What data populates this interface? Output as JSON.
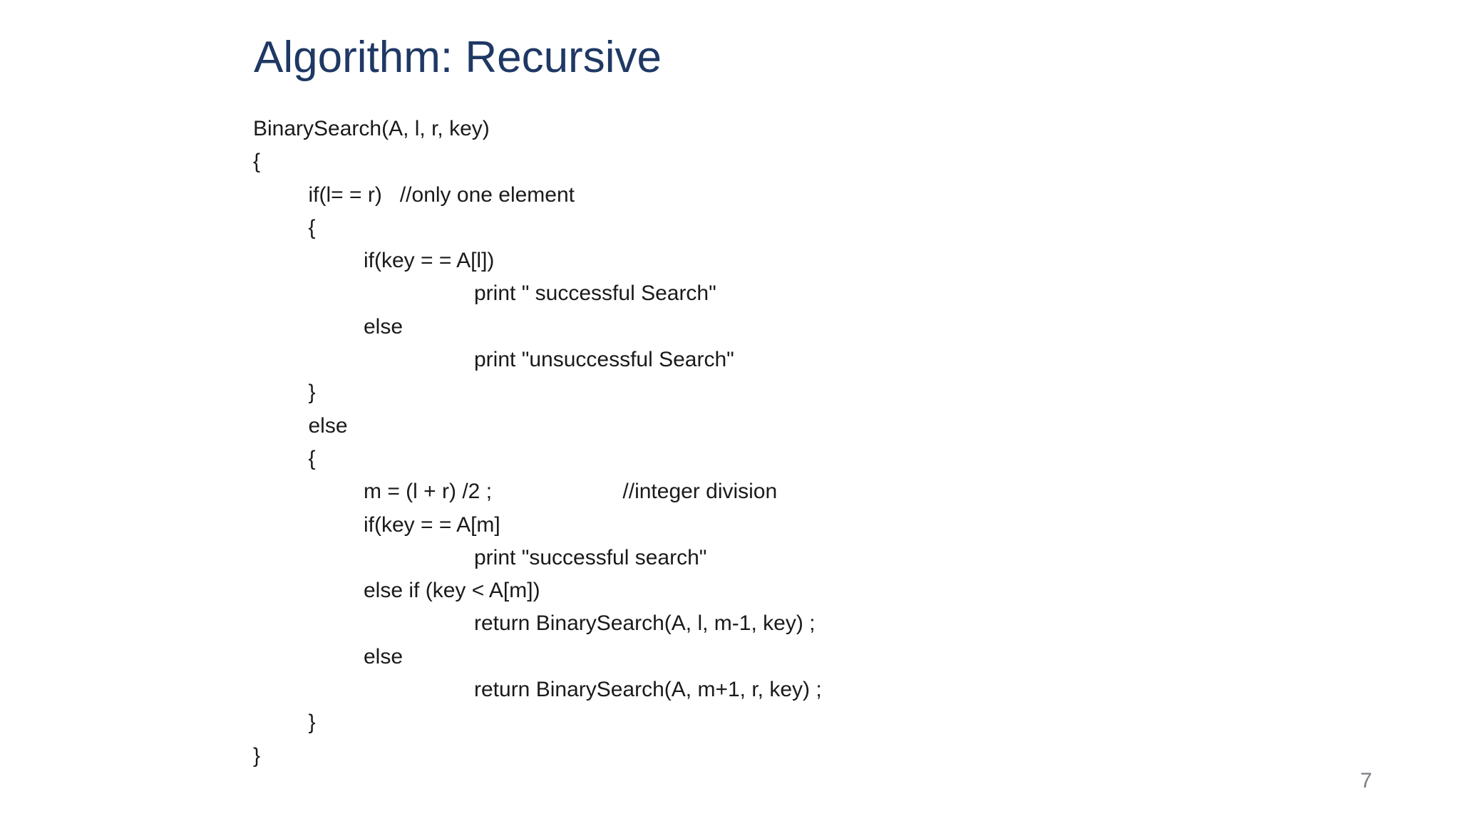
{
  "slide": {
    "title": "Algorithm: Recursive",
    "page_number": "7",
    "colors": {
      "title": "#1f3864",
      "code_text": "#1a1a1a",
      "page_number": "#7d7d85",
      "background": "#ffffff"
    },
    "code_lines": [
      {
        "indent": 0,
        "text": "BinarySearch(A, l, r, key)"
      },
      {
        "indent": 0,
        "text": "{"
      },
      {
        "indent": 1,
        "text": "if(l= = r)   //only one element"
      },
      {
        "indent": 1,
        "text": "{"
      },
      {
        "indent": 2,
        "text": "if(key = = A[l])"
      },
      {
        "indent": 4,
        "text": "print \" successful Search\""
      },
      {
        "indent": 2,
        "text": "else"
      },
      {
        "indent": 4,
        "text": "print \"unsuccessful Search\""
      },
      {
        "indent": 1,
        "text": "}"
      },
      {
        "indent": 1,
        "text": "else"
      },
      {
        "indent": 1,
        "text": "{"
      },
      {
        "indent": 2,
        "text": "m = (l + r) /2 ;                      //integer division"
      },
      {
        "indent": 2,
        "text": "if(key = = A[m]"
      },
      {
        "indent": 4,
        "text": "print \"successful search\""
      },
      {
        "indent": 2,
        "text": "else if (key < A[m])"
      },
      {
        "indent": 4,
        "text": "return BinarySearch(A, l, m-1, key) ;"
      },
      {
        "indent": 2,
        "text": "else"
      },
      {
        "indent": 4,
        "text": "return BinarySearch(A, m+1, r, key) ;"
      },
      {
        "indent": 1,
        "text": "}"
      },
      {
        "indent": 0,
        "text": "}"
      }
    ]
  }
}
